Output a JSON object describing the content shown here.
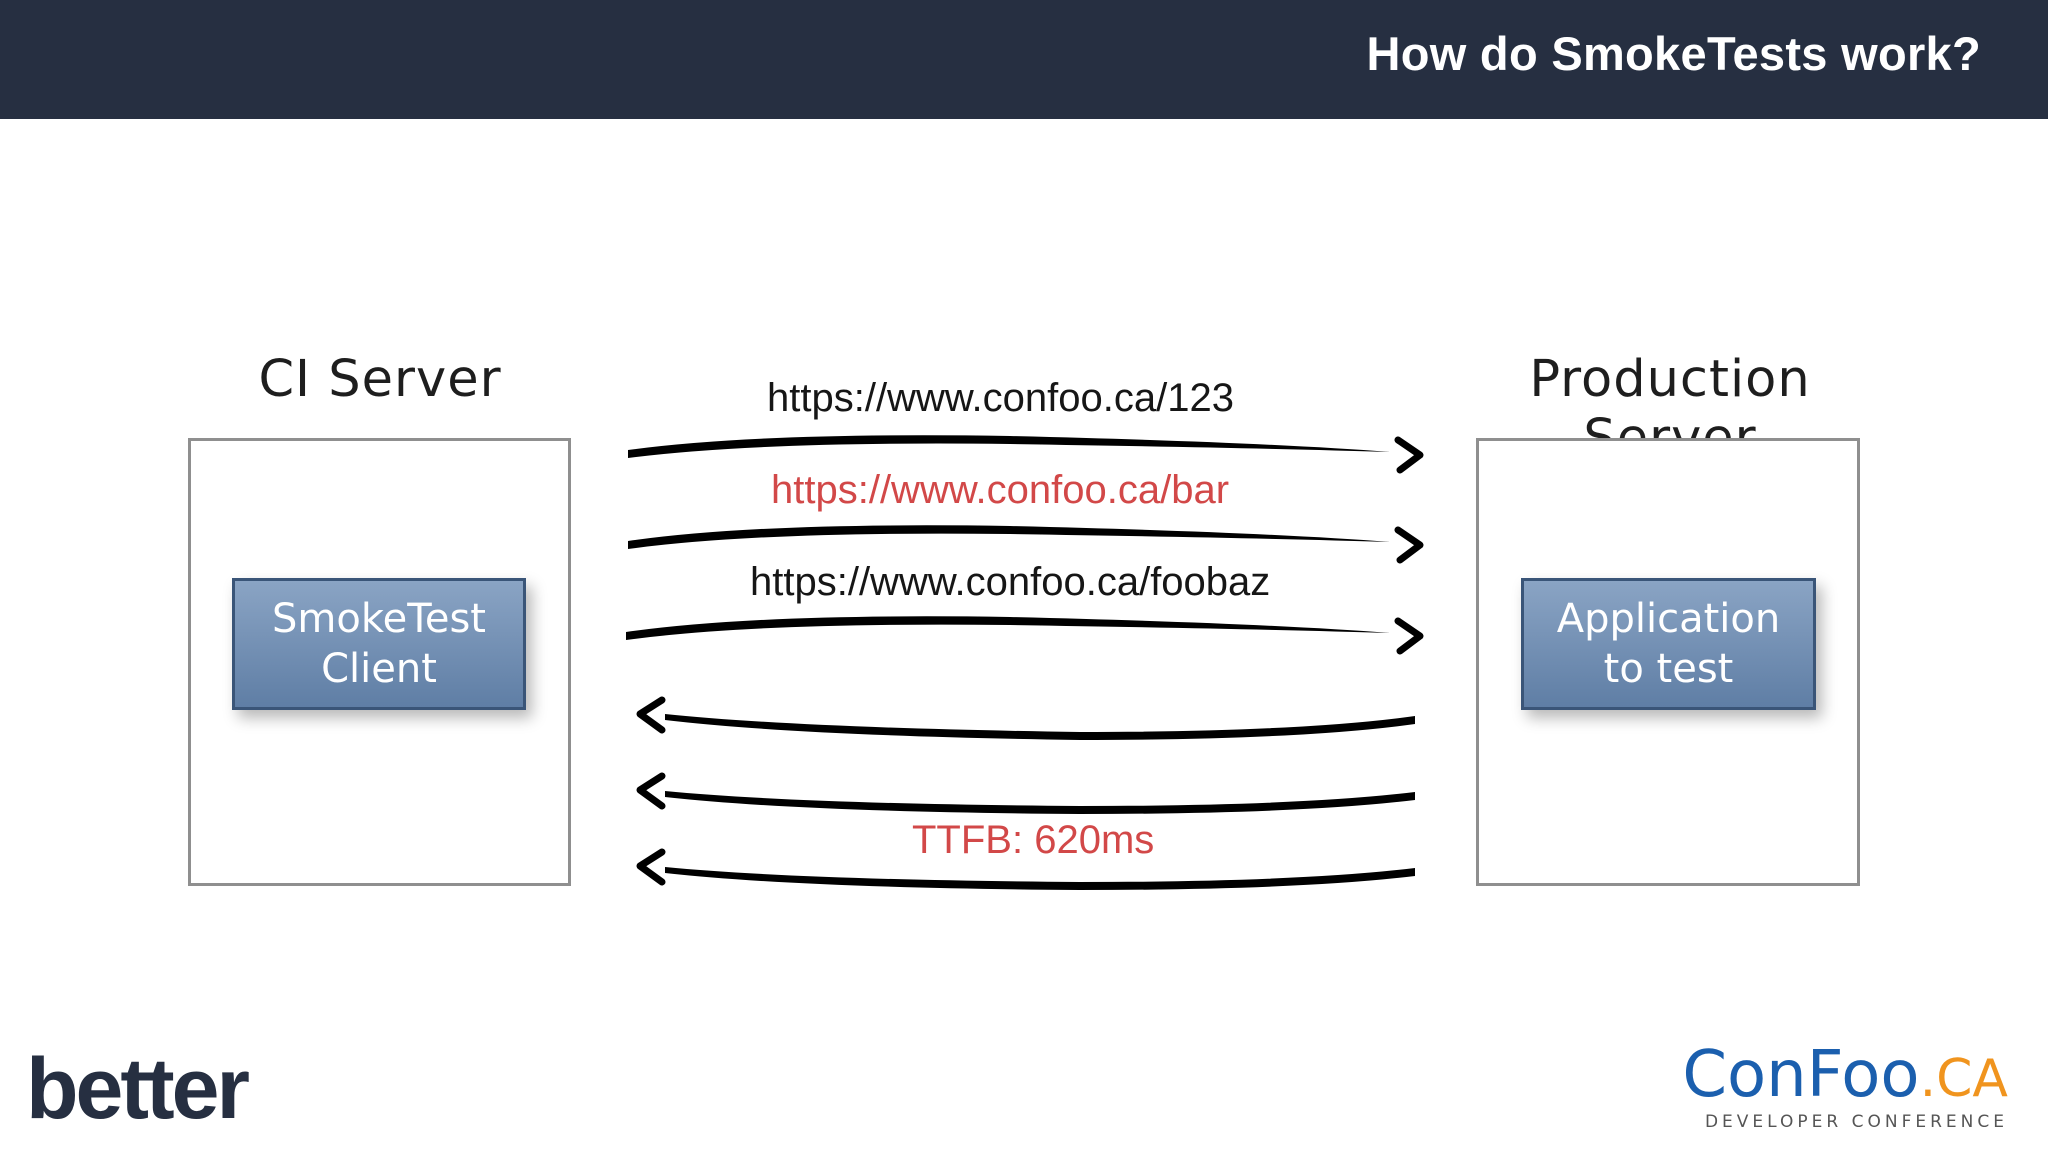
{
  "header": {
    "title": "How do SmokeTests work?"
  },
  "left_server": {
    "label": "CI Server",
    "component": {
      "line1": "SmokeTest",
      "line2": "Client"
    }
  },
  "right_server": {
    "label": "Production Server",
    "component": {
      "line1": "Application",
      "line2": "to test"
    }
  },
  "requests": [
    {
      "label": "https://www.confoo.ca/123",
      "color": "#161616"
    },
    {
      "label": "https://www.confoo.ca/bar",
      "color": "#d24848"
    },
    {
      "label": "https://www.confoo.ca/foobaz",
      "color": "#161616"
    }
  ],
  "responses": [
    {
      "label": ""
    },
    {
      "label": ""
    },
    {
      "label": "TTFB: 620ms",
      "color": "#d24848"
    }
  ],
  "logos": {
    "left": "better",
    "right_main": "ConFoo",
    "right_suffix": ".CA",
    "right_sub": "DEVELOPER CONFERENCE"
  }
}
